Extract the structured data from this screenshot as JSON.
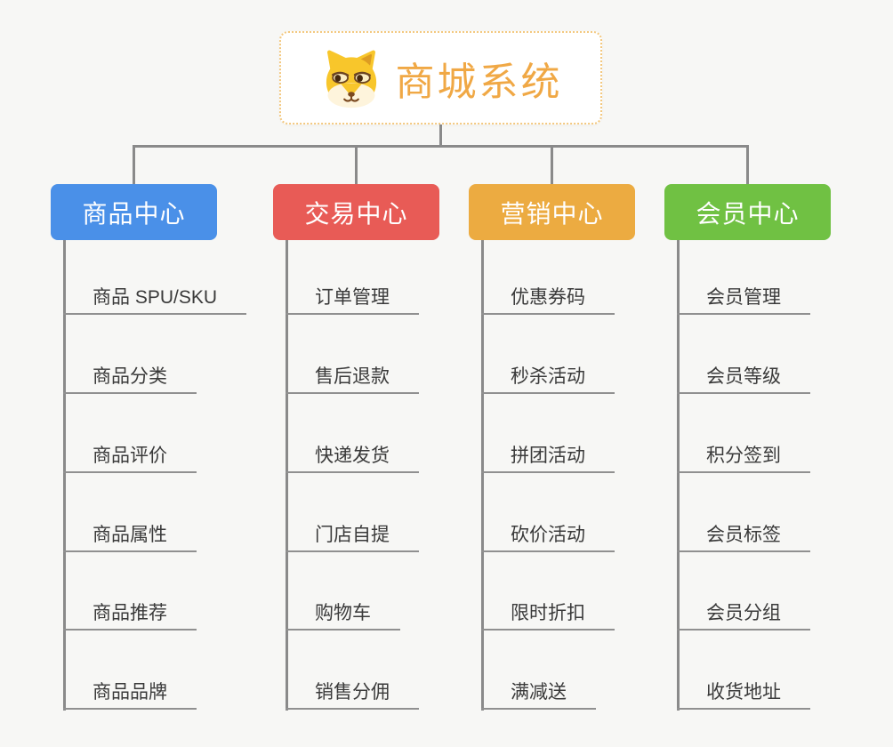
{
  "root": {
    "title": "商城系统",
    "icon": "shiba-dog-icon"
  },
  "colors": {
    "background": "#f7f7f5",
    "connector": "#8a8a8a",
    "root_border": "#f3c87f",
    "root_text": "#f0a845",
    "product_center": "#4a90e8",
    "trade_center": "#e85b56",
    "marketing_center": "#ecab41",
    "member_center": "#70c143"
  },
  "branches": [
    {
      "label": "商品中心",
      "color": "#4a90e8",
      "items": [
        "商品 SPU/SKU",
        "商品分类",
        "商品评价",
        "商品属性",
        "商品推荐",
        "商品品牌"
      ]
    },
    {
      "label": "交易中心",
      "color": "#e85b56",
      "items": [
        "订单管理",
        "售后退款",
        "快递发货",
        "门店自提",
        "购物车",
        "销售分佣"
      ]
    },
    {
      "label": "营销中心",
      "color": "#ecab41",
      "items": [
        "优惠券码",
        "秒杀活动",
        "拼团活动",
        "砍价活动",
        "限时折扣",
        "满减送"
      ]
    },
    {
      "label": "会员中心",
      "color": "#70c143",
      "items": [
        "会员管理",
        "会员等级",
        "积分签到",
        "会员标签",
        "会员分组",
        "收货地址"
      ]
    }
  ]
}
